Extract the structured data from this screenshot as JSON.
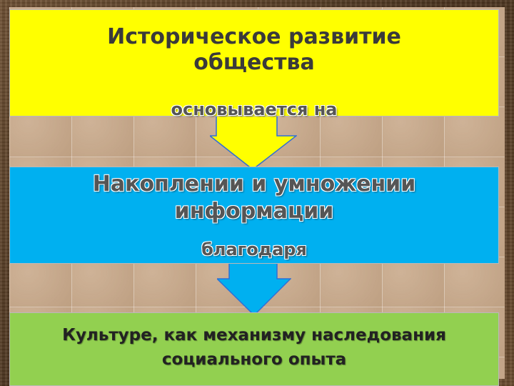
{
  "boxes": {
    "top": {
      "title": "Историческое развитие\nобщества",
      "subtitle": "основывается на",
      "color": "#ffff00"
    },
    "middle": {
      "title": "Накоплении и умножении\nинформации",
      "subtitle": "благодаря",
      "color": "#00b0f0"
    },
    "bottom": {
      "title": "Культуре, как механизму наследования\nсоциального опыта",
      "color": "#92d050"
    }
  },
  "arrows": [
    {
      "from": "top",
      "to": "middle",
      "color": "#ffff00",
      "icon": "down-arrow-icon"
    },
    {
      "from": "middle",
      "to": "bottom",
      "color": "#00b0f0",
      "icon": "down-arrow-icon"
    }
  ]
}
